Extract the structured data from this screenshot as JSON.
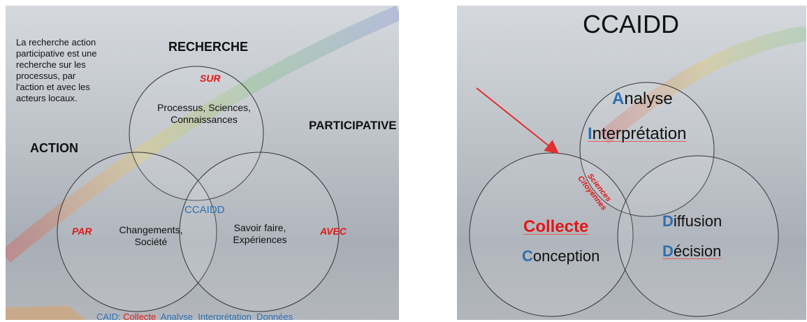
{
  "left_slide": {
    "intro_text": "La recherche action\nparticipative est une\nrecherche sur les\nprocessus, par\nl'action et avec les\nacteurs locaux.",
    "recherche_title": "RECHERCHE",
    "action_title": "ACTION",
    "participative_title": "PARTICIPATIVE",
    "sur_label": "SUR",
    "par_label": "PAR",
    "avec_label": "AVEC",
    "top_circle_text": "Processus, Sciences,\nConnaissances",
    "left_circle_text": "Changements,\nSociété",
    "right_circle_text": "Savoir faire,\nExpériences",
    "center_label": "CCAIDD",
    "footer": {
      "prefix": "CAID: ",
      "collecte": "Collecte",
      "rest": "  Analyse  Interprétation  Données"
    },
    "colors": {
      "red": "#e01818",
      "blue": "#2e6fb0"
    }
  },
  "right_slide": {
    "title": "CCAIDD",
    "analyse": {
      "initial": "A",
      "rest": "nalyse"
    },
    "interpretation": {
      "initial": "I",
      "rest": "nterprétation"
    },
    "collecte": "Collecte",
    "conception": {
      "initial": "C",
      "rest": "onception"
    },
    "diffusion": {
      "initial": "D",
      "rest": "iffusion"
    },
    "decision": {
      "initial": "D",
      "rest": "écision"
    },
    "intersection_text": "Sciences\nCitoyennes",
    "arrow_color": "#e03030"
  }
}
